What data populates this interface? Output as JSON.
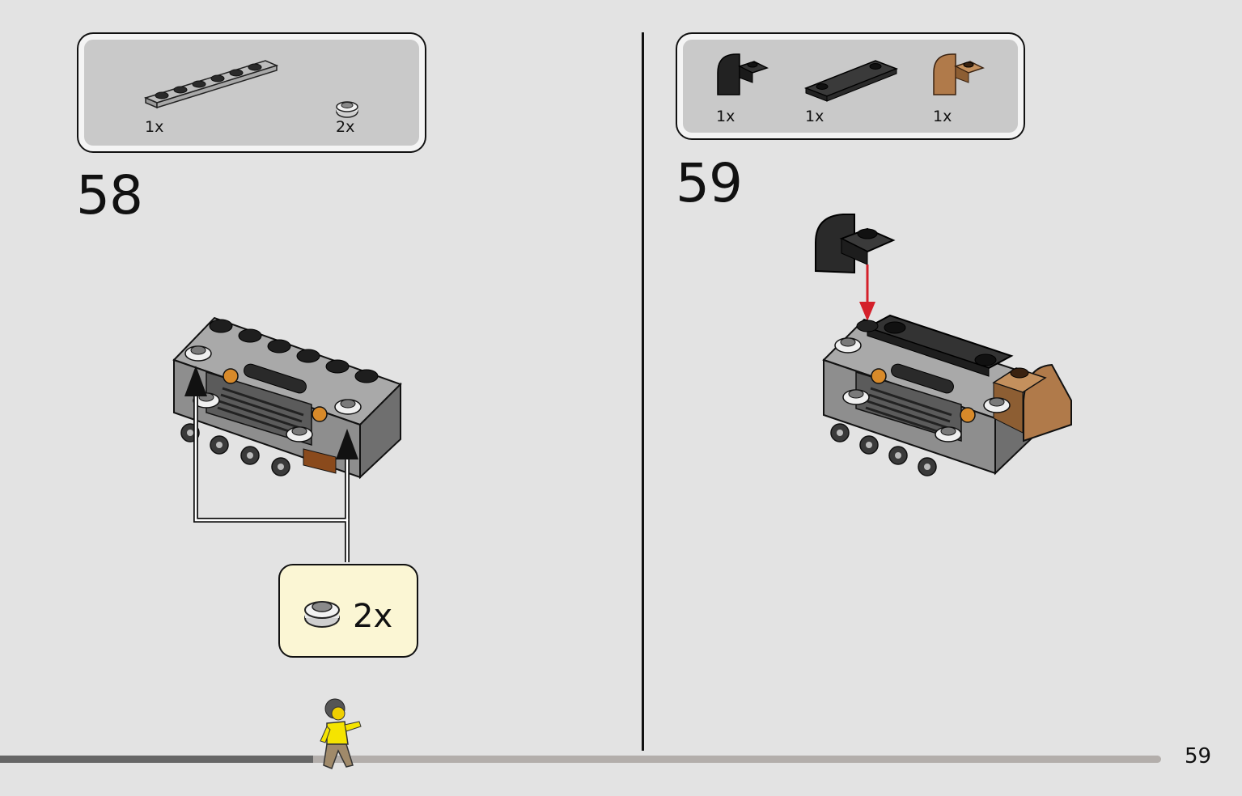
{
  "step_58": {
    "number": "58",
    "parts": [
      {
        "qty": "1x",
        "icon": "plate-1x6-light-gray-icon"
      },
      {
        "qty": "2x",
        "icon": "round-plate-1x1-silver-icon"
      }
    ],
    "callout": {
      "qty": "2x",
      "icon": "round-plate-1x1-silver-icon"
    }
  },
  "step_59": {
    "number": "59",
    "parts": [
      {
        "qty": "1x",
        "icon": "curved-slope-black-icon"
      },
      {
        "qty": "1x",
        "icon": "plate-1x4-dark-icon"
      },
      {
        "qty": "1x",
        "icon": "curved-slope-tan-icon"
      }
    ]
  },
  "page_number": "59",
  "progress": {
    "fraction": 0.27
  },
  "colors": {
    "background": "#e3e3e3",
    "parts_panel": "#c9c9c9",
    "callout": "#fbf6d4",
    "arrow_red": "#d4202a",
    "progress_done": "#666666",
    "progress_todo": "#b3aeab"
  }
}
